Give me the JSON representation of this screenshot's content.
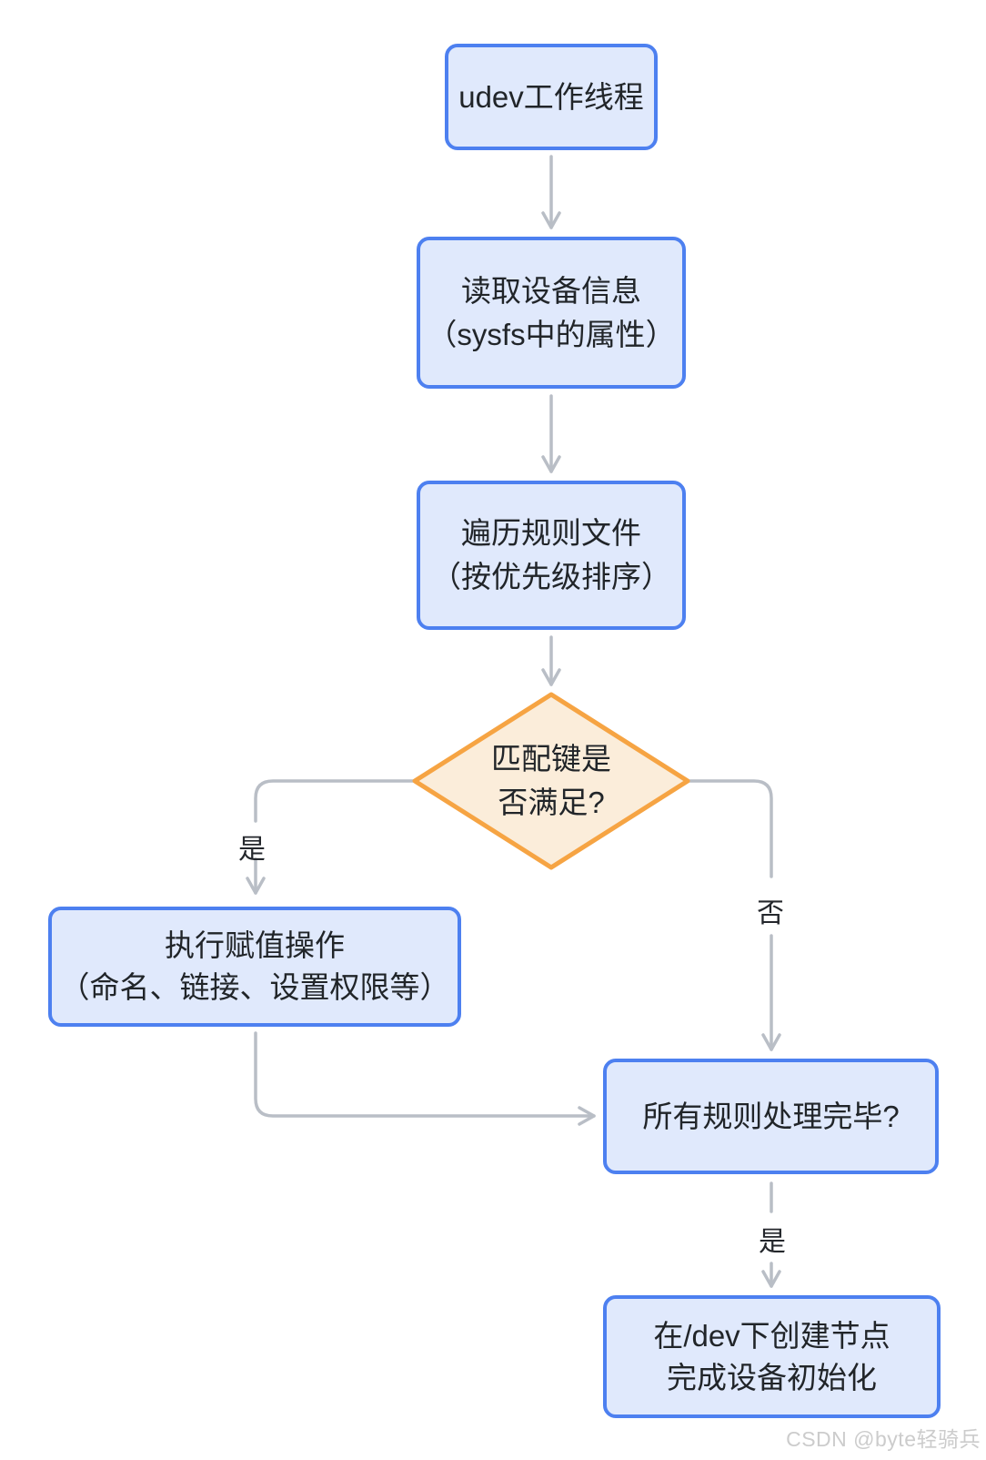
{
  "nodes": {
    "start": {
      "label": "udev工作线程"
    },
    "read": {
      "line1": "读取设备信息",
      "line2": "（sysfs中的属性）"
    },
    "traverse": {
      "line1": "遍历规则文件",
      "line2": "（按优先级排序）"
    },
    "decision": {
      "line1": "匹配键是",
      "line2": "否满足?"
    },
    "assign": {
      "line1": "执行赋值操作",
      "line2": "（命名、链接、设置权限等）"
    },
    "allrules": {
      "label": "所有规则处理完毕?"
    },
    "create": {
      "line1": "在/dev下创建节点",
      "line2": "完成设备初始化"
    }
  },
  "edge_labels": {
    "decision_yes": "是",
    "decision_no": "否",
    "allrules_yes": "是"
  },
  "watermark": "CSDN @byte轻骑兵",
  "colors": {
    "process_fill": "#e0e9fc",
    "process_border": "#4d80f0",
    "decision_fill": "#fbedda",
    "decision_border": "#f6a443",
    "connector": "#b9bec6",
    "text": "#212529",
    "watermark": "#cccccc"
  }
}
